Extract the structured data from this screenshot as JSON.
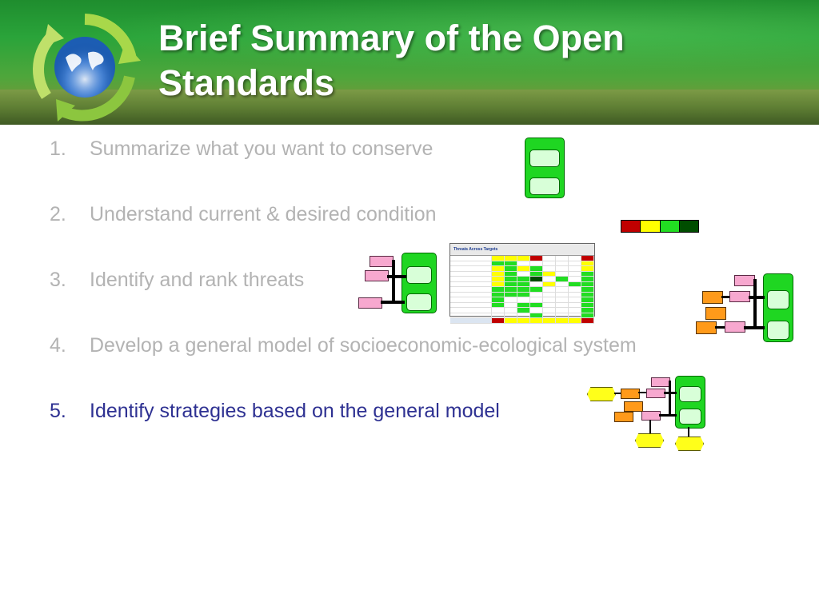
{
  "slide": {
    "title": "Brief Summary of the Open Standards"
  },
  "steps": [
    {
      "number": "1.",
      "label": "Summarize what you want to conserve"
    },
    {
      "number": "2.",
      "label": "Understand current & desired condition"
    },
    {
      "number": "3.",
      "label": "Identify and rank threats"
    },
    {
      "number": "4.",
      "label": "Develop a general model of socioeconomic-ecological system"
    },
    {
      "number": "5.",
      "label": "Identify strategies based on the general model"
    }
  ],
  "active_step": 5,
  "colors": {
    "active_text": "#2e3192",
    "inactive_text": "#b3b3b3",
    "target": "#1fd622",
    "target_inner": "#d8ffd8",
    "threat": "#f7a8cf",
    "contributing_factor": "#ff9a1a",
    "strategy": "#ffff1a",
    "rating_scale": [
      "#c00000",
      "#ffff00",
      "#22dd22",
      "#004d00"
    ]
  },
  "mini_table": {
    "title": "Threats Across Targets"
  },
  "icons": [
    "recycle-globe-logo"
  ]
}
